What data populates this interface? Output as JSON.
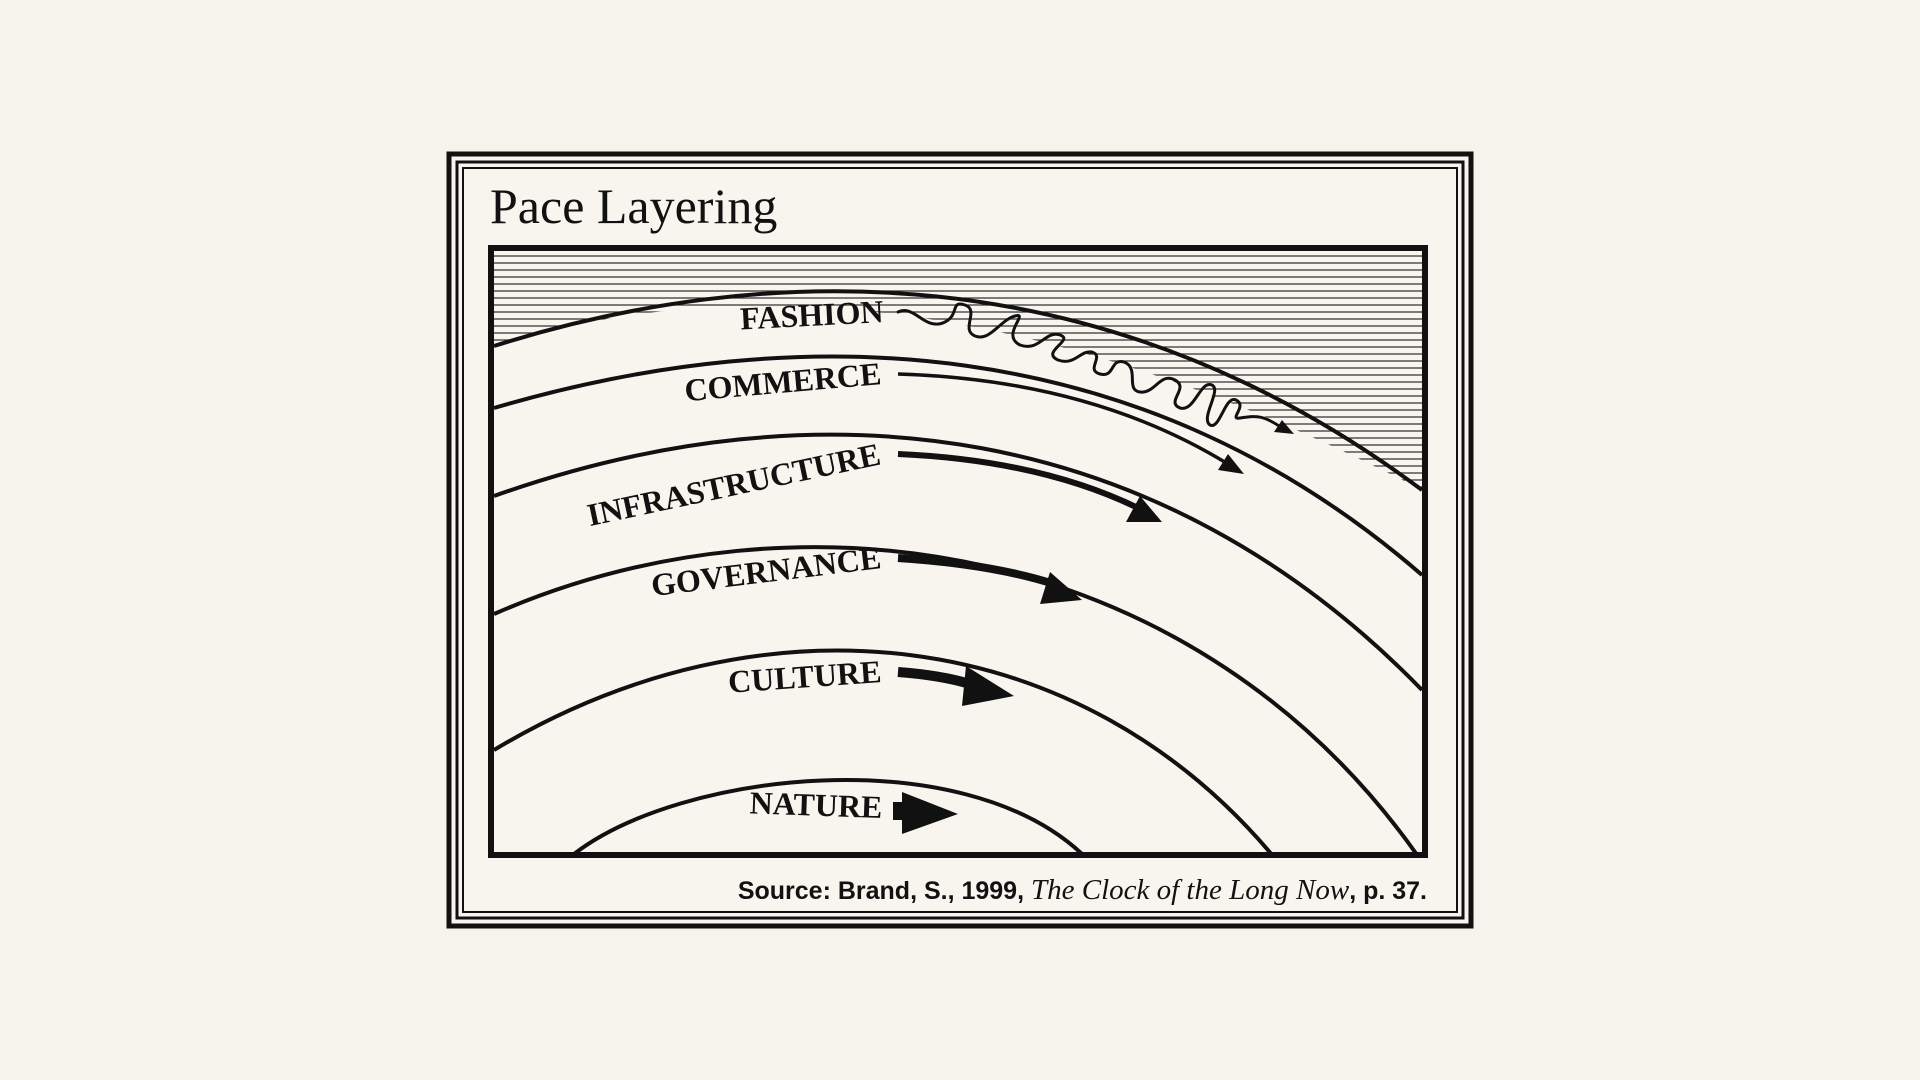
{
  "diagram": {
    "title": "Pace Layering",
    "layers": [
      {
        "id": "fashion",
        "label": "FASHION"
      },
      {
        "id": "commerce",
        "label": "COMMERCE"
      },
      {
        "id": "infrastructure",
        "label": "INFRASTRUCTURE"
      },
      {
        "id": "governance",
        "label": "GOVERNANCE"
      },
      {
        "id": "culture",
        "label": "CULTURE"
      },
      {
        "id": "nature",
        "label": "NATURE"
      }
    ],
    "source": {
      "prefix": "Source: Brand, S., 1999, ",
      "book_title": "The Clock of the Long Now",
      "suffix": ", p. 37."
    },
    "colors": {
      "background": "#f6f3ed",
      "ink": "#111111",
      "paper": "#f8f5ef"
    }
  }
}
